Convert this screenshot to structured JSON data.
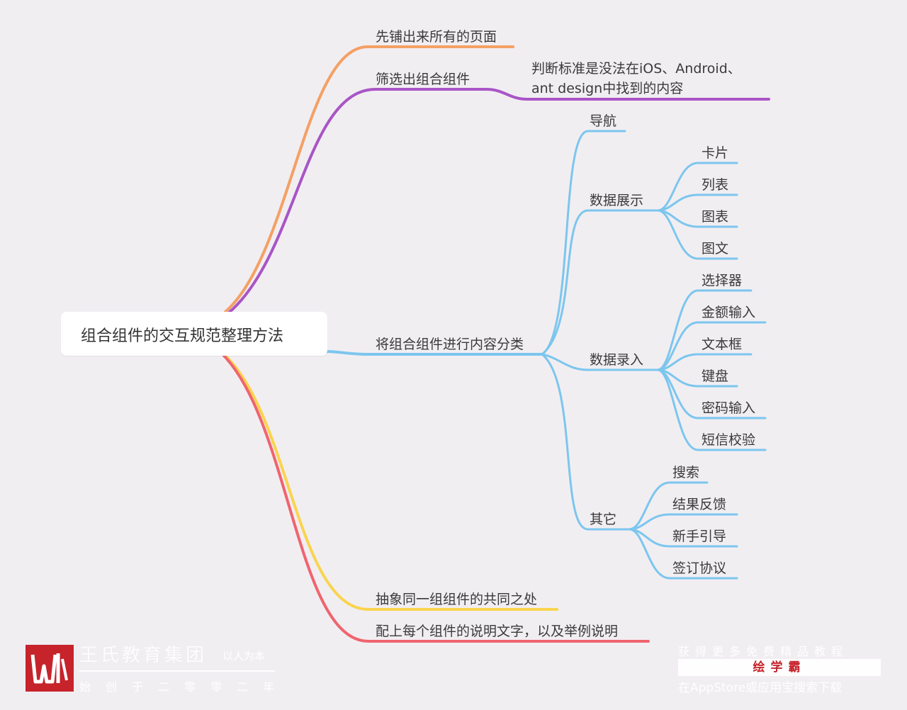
{
  "root": "组合组件的交互规范整理方法",
  "branches": {
    "b1": "先铺出来所有的页面",
    "b2": "筛选出组合组件",
    "b2_note_line1": "判断标准是没法在iOS、Android、",
    "b2_note_line2": "ant design中找到的内容",
    "b3": "将组合组件进行内容分类",
    "b4": "抽象同一组组件的共同之处",
    "b5": "配上每个组件的说明文字，以及举例说明"
  },
  "categories": {
    "nav": "导航",
    "display": {
      "label": "数据展示",
      "items": [
        "卡片",
        "列表",
        "图表",
        "图文"
      ]
    },
    "input": {
      "label": "数据录入",
      "items": [
        "选择器",
        "金额输入",
        "文本框",
        "键盘",
        "密码输入",
        "短信校验"
      ]
    },
    "other": {
      "label": "其它",
      "items": [
        "搜索",
        "结果反馈",
        "新手引导",
        "签订协议"
      ]
    }
  },
  "colors": {
    "orange": "#f4a064",
    "purple": "#a955c6",
    "blue": "#7cc6ee",
    "yellow": "#f9d44e",
    "red": "#f0646e"
  },
  "watermark": {
    "org": "王氏教育集团",
    "slogan": "以人为本",
    "since": "始创于二零零二年",
    "promo_top": "获得更多免费精品教程",
    "promo_brand": "绘学霸",
    "promo_bottom": "在AppStore或应用宝搜索下载"
  }
}
